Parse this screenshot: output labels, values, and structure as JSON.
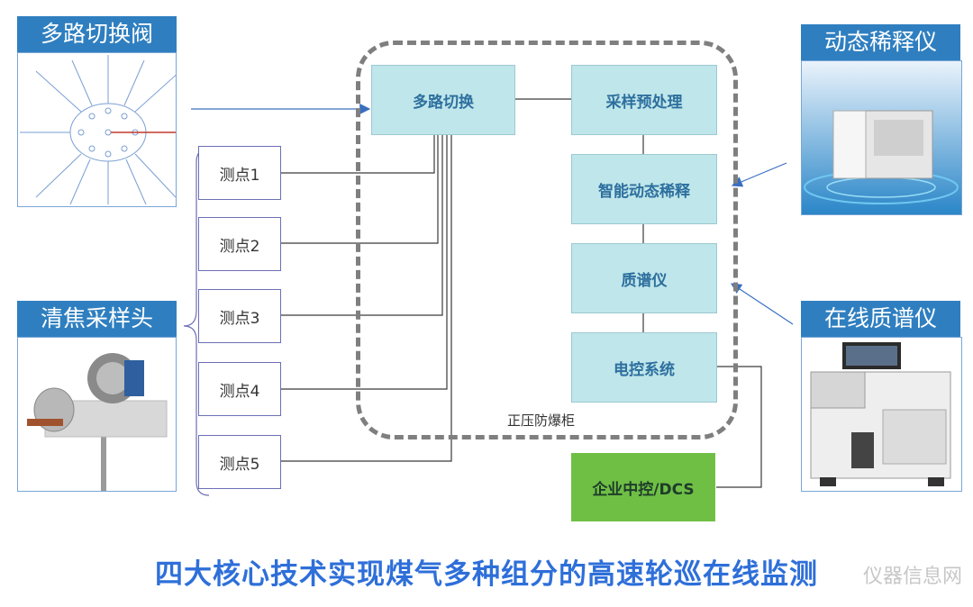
{
  "labels": {
    "multiway_valve": "多路切换阀",
    "sampling_head": "清焦采样头",
    "dilution_instrument": "动态稀释仪",
    "mass_spec": "在线质谱仪"
  },
  "cabinet": {
    "label": "正压防爆柜",
    "switch": "多路切换",
    "pretreatment": "采样预处理",
    "dilution": "智能动态稀释",
    "mass_spec": "质谱仪",
    "control": "电控系统"
  },
  "points": [
    "测点1",
    "测点2",
    "测点3",
    "测点4",
    "测点5"
  ],
  "dcs": "企业中控/DCS",
  "title": "四大核心技术实现煤气多种组分的高速轮巡在线监测",
  "watermark": "仪器信息网"
}
